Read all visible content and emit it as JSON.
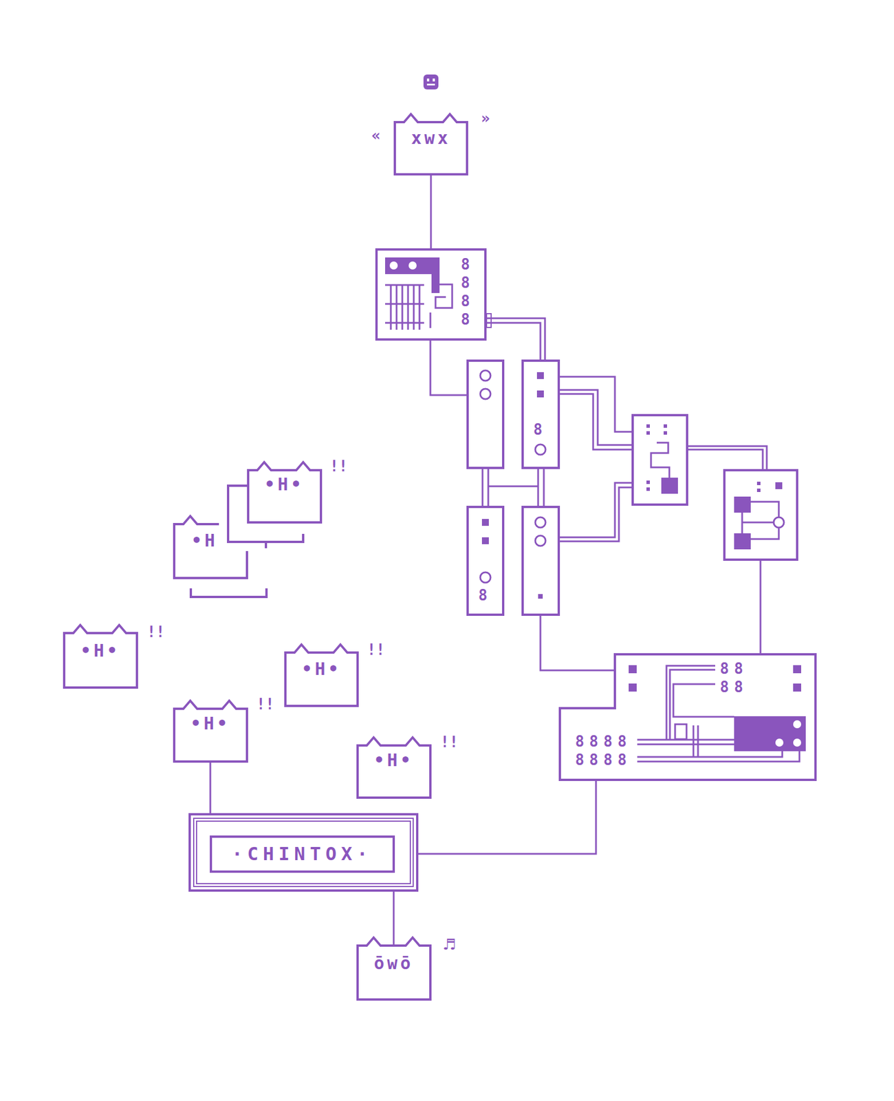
{
  "diagram": {
    "nodes": [
      {
        "text": [
          "xwx"
        ]
      },
      {
        "text": [
          "8888"
        ]
      },
      {
        "text": [
          "8"
        ]
      },
      {
        "text": [
          "8"
        ]
      },
      {
        "text": [
          "•H•"
        ]
      },
      {
        "text": [
          "•H"
        ]
      },
      {
        "text": [
          "88",
          "88",
          "8888",
          "8888"
        ]
      },
      {
        "text": [
          "•H•"
        ]
      },
      {
        "text": [
          "•H•"
        ]
      },
      {
        "text": [
          "•H•"
        ]
      },
      {
        "text": [
          "•H•"
        ]
      },
      {
        "text": [
          "·CHINTOX·"
        ]
      },
      {
        "text": [
          "ōwō"
        ]
      }
    ],
    "edges": [
      {
        "from": 0,
        "to": 1,
        "arrow": "none"
      },
      {
        "from": 1,
        "to": 2,
        "arrow": "none"
      },
      {
        "from": 6,
        "to": 11,
        "arrow": "none"
      },
      {
        "from": 9,
        "to": 11,
        "arrow": "none"
      },
      {
        "from": 11,
        "to": 12,
        "arrow": "none"
      }
    ],
    "labels": [
      "»",
      "«",
      "!!",
      "!!",
      "!!",
      "!!",
      "!!",
      "♬"
    ]
  }
}
